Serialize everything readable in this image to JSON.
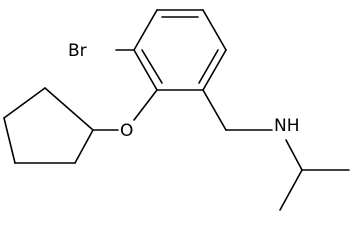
{
  "molecule": {
    "atoms": {
      "bromine": "Br",
      "oxygen": "O",
      "nitrogen": "N",
      "hydrogen": "H"
    }
  },
  "colors": {
    "bond": "#000000",
    "text": "#000000",
    "background": "#ffffff"
  }
}
